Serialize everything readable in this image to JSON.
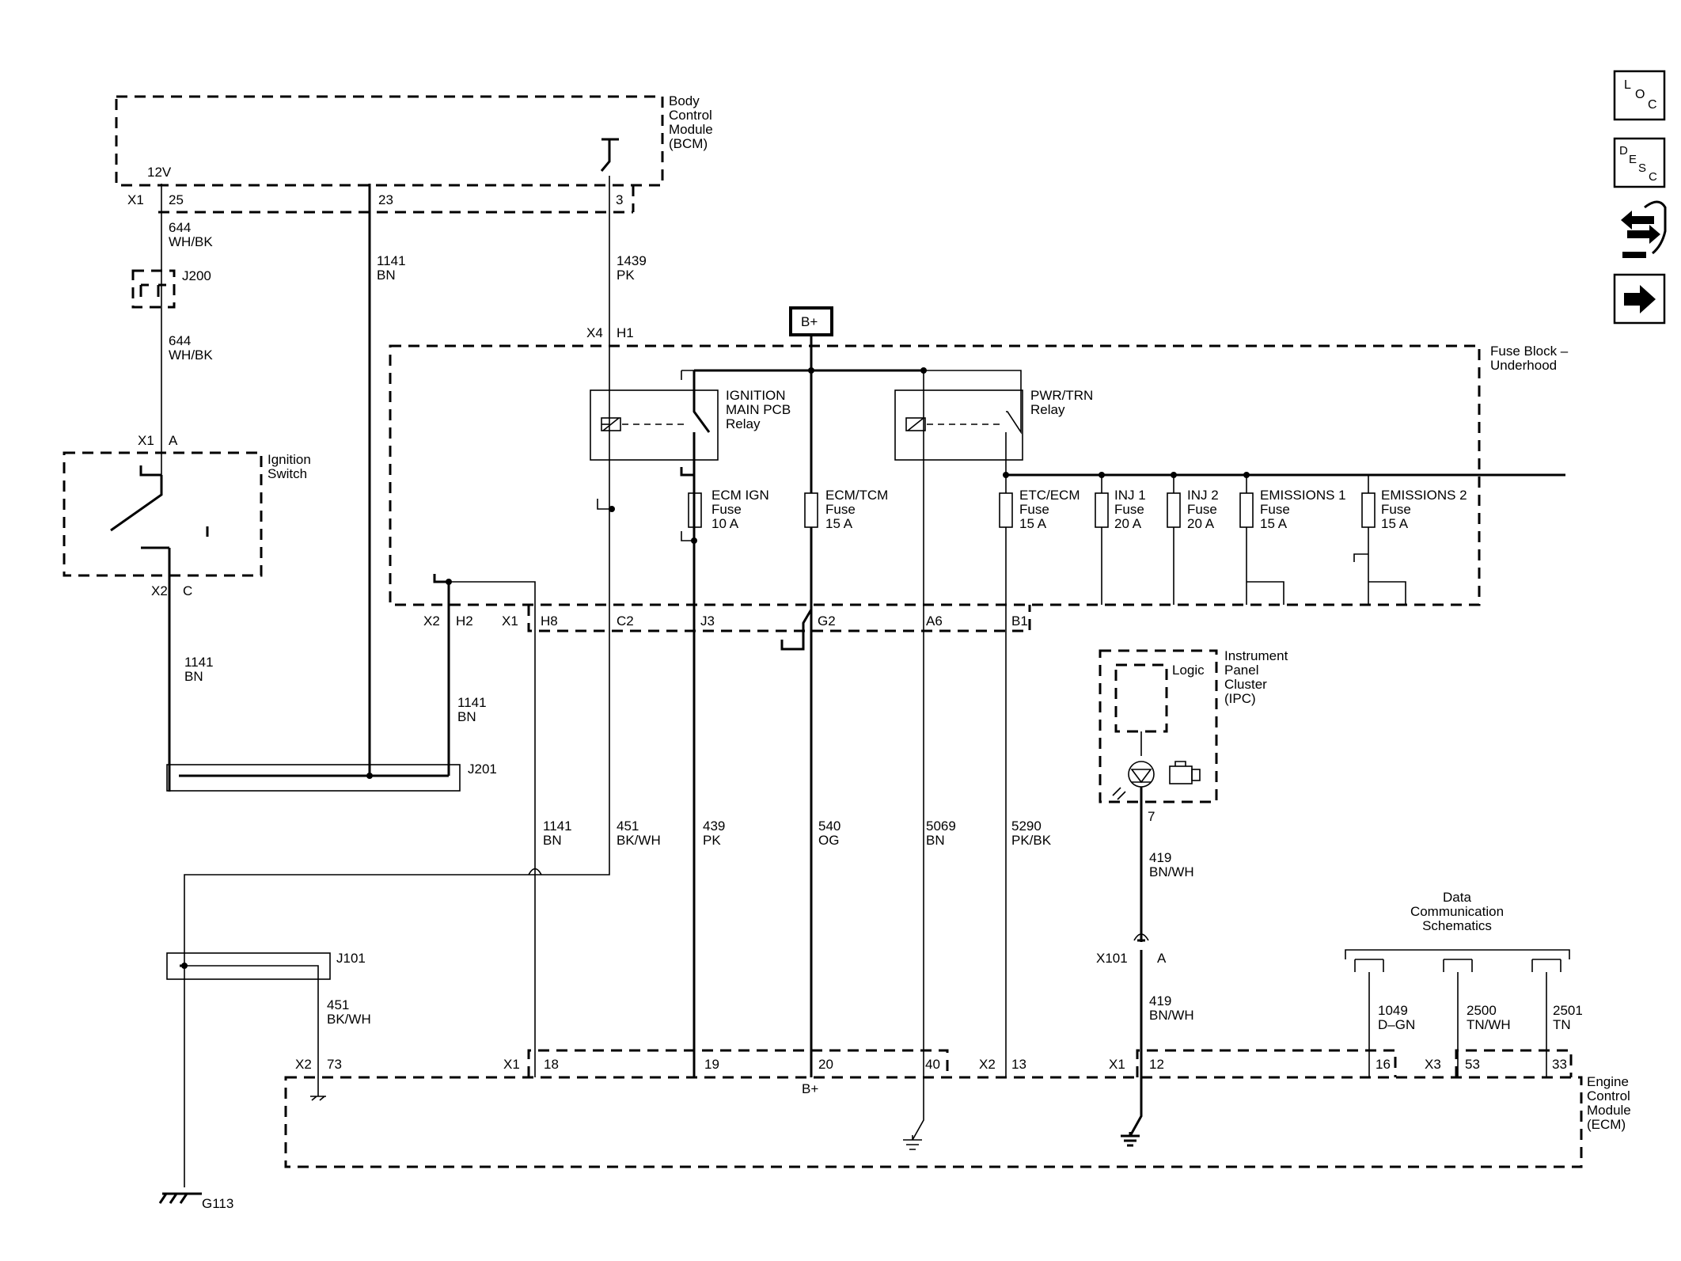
{
  "modules": {
    "bcm": [
      "Body",
      "Control",
      "Module",
      "(BCM)"
    ],
    "fuse_block": [
      "Fuse Block –",
      "Underhood"
    ],
    "ignition_switch": [
      "Ignition",
      "Switch"
    ],
    "ipc": [
      "Instrument",
      "Panel",
      "Cluster",
      "(IPC)"
    ],
    "ecm": [
      "Engine",
      "Control",
      "Module",
      "(ECM)"
    ],
    "ipc_logic": "Logic"
  },
  "bcm_pins": {
    "voltage": "12V",
    "connector": "X1",
    "pin25": "25",
    "pin23": "23",
    "pin3": "3"
  },
  "wires": {
    "w644a": [
      "644",
      "WH/BK"
    ],
    "w644b": [
      "644",
      "WH/BK"
    ],
    "w1141a": [
      "1141",
      "BN"
    ],
    "w1439": [
      "1439",
      "PK"
    ],
    "w1141b": [
      "1141",
      "BN"
    ],
    "w1141c": [
      "1141",
      "BN"
    ],
    "w1141d": [
      "1141",
      "BN"
    ],
    "w451a": [
      "451",
      "BK/WH"
    ],
    "w439": [
      "439",
      "PK"
    ],
    "w540": [
      "540",
      "OG"
    ],
    "w5069": [
      "5069",
      "BN"
    ],
    "w5290": [
      "5290",
      "PK/BK"
    ],
    "w451b": [
      "451",
      "BK/WH"
    ],
    "w419a": [
      "419",
      "BN/WH"
    ],
    "w419b": [
      "419",
      "BN/WH"
    ],
    "w1049": [
      "1049",
      "D–GN"
    ],
    "w2500": [
      "2500",
      "TN/WH"
    ],
    "w2501": [
      "2501",
      "TN"
    ]
  },
  "splices": {
    "j200": "J200",
    "j201": "J201",
    "j101": "J101"
  },
  "ground": "G113",
  "b_plus": "B+",
  "relays": {
    "ign_main": [
      "IGNITION",
      "MAIN PCB",
      "Relay"
    ],
    "pwr_trn": [
      "PWR/TRN",
      "Relay"
    ]
  },
  "fuses": [
    [
      "ECM IGN",
      "Fuse",
      "10 A"
    ],
    [
      "ECM/TCM",
      "Fuse",
      "15 A"
    ],
    [
      "ETC/ECM",
      "Fuse",
      "15 A"
    ],
    [
      "INJ 1",
      "Fuse",
      "20 A"
    ],
    [
      "INJ 2",
      "Fuse",
      "20 A"
    ],
    [
      "EMISSIONS 1",
      "Fuse",
      "15 A"
    ],
    [
      "EMISSIONS 2",
      "Fuse",
      "15 A"
    ]
  ],
  "connectors": {
    "x4": "X4",
    "h1": "H1",
    "x1_a": "X1",
    "a": "A",
    "x2_c": "X2",
    "c": "C",
    "x2_h2": "X2",
    "h2": "H2",
    "x1_fb": "X1",
    "h8": "H8",
    "c2": "C2",
    "j3": "J3",
    "g2": "G2",
    "a6": "A6",
    "b1": "B1",
    "ipc_pin": "7",
    "x101": "X101",
    "x101_pin": "A",
    "ecm_x2": "X2",
    "p73": "73",
    "ecm_x1": "X1",
    "p18": "18",
    "p19": "19",
    "p20": "20",
    "p40": "40",
    "ecm_x2b": "X2",
    "p13": "13",
    "ecm_x1b": "X1",
    "p12": "12",
    "p16": "16",
    "ecm_x3": "X3",
    "p53": "53",
    "p33": "33",
    "ecm_bplus": "B+"
  },
  "data_comm": [
    "Data",
    "Communication",
    "Schematics"
  ],
  "nav_icons": [
    {
      "name": "loc-icon",
      "glyph": "LOC"
    },
    {
      "name": "desc-icon",
      "glyph": "DESC"
    },
    {
      "name": "connector-repair-icon",
      "glyph": "⇄"
    },
    {
      "name": "next-arrow-icon",
      "glyph": "➡"
    }
  ]
}
